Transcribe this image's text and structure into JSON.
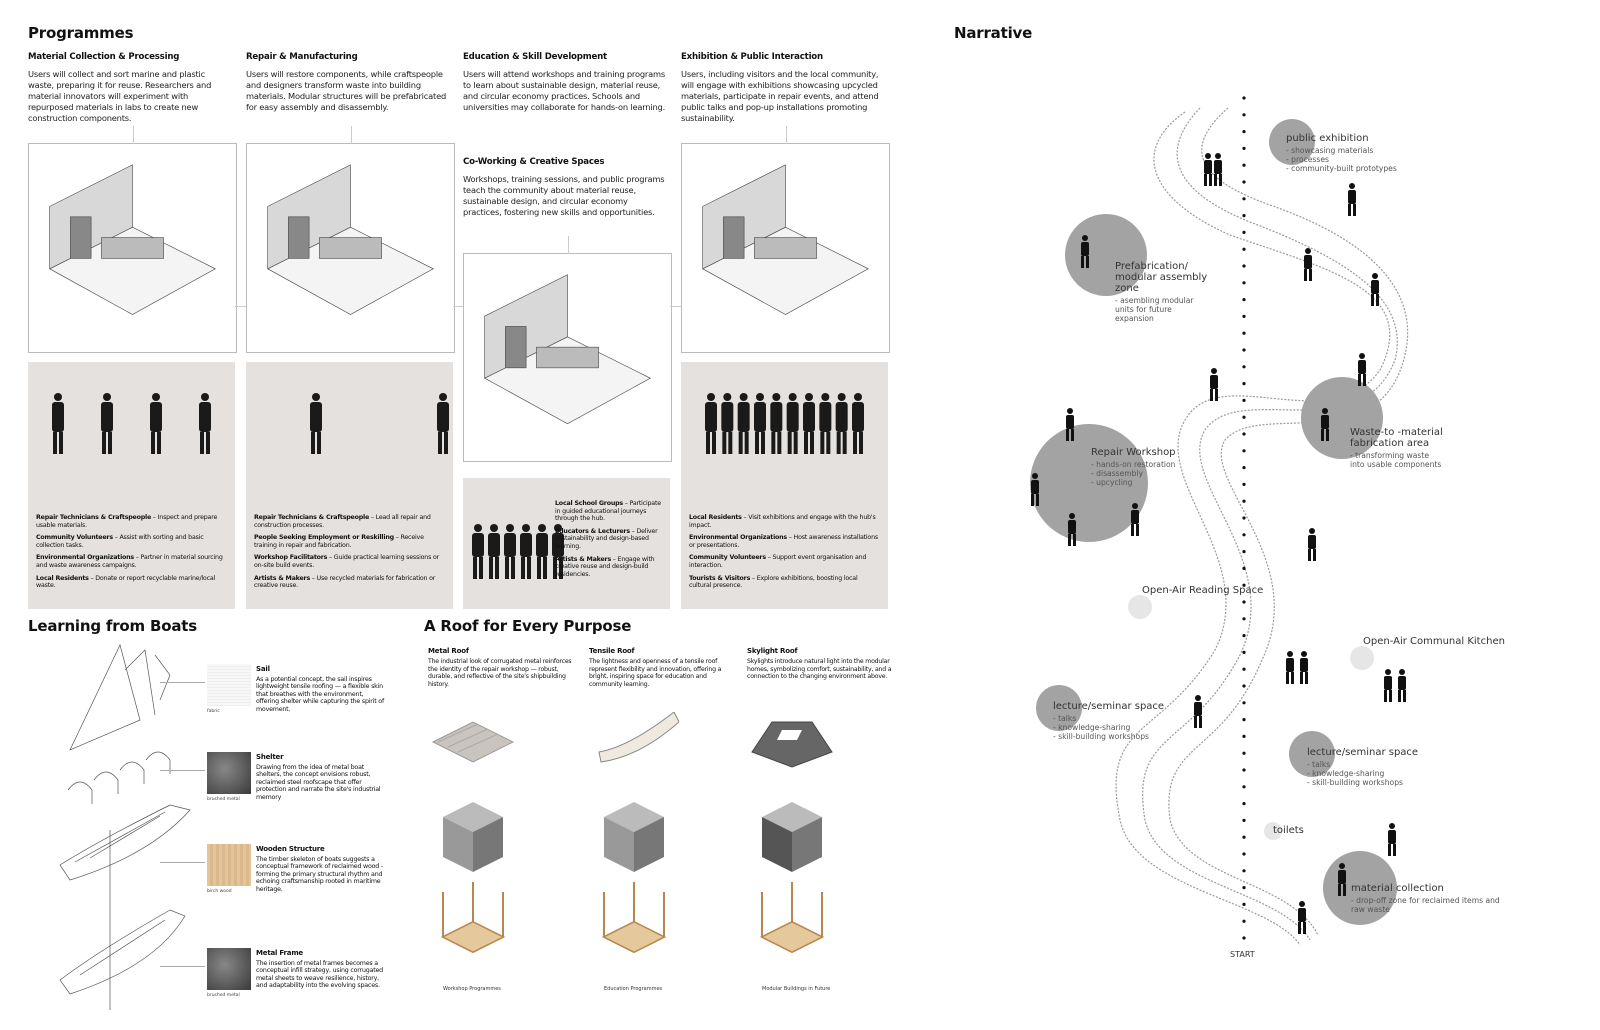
{
  "programmes": {
    "title": "Programmes",
    "columns": [
      {
        "heading": "Material Collection & Processing",
        "text": "Users will collect and sort marine and plastic waste, preparing it for reuse. Researchers and material innovators will experiment with repurposed materials in labs to create new construction components."
      },
      {
        "heading": "Repair & Manufacturing",
        "text": "Users will restore components, while craftspeople and designers transform waste into building materials. Modular structures will be prefabricated for easy assembly and disassembly."
      },
      {
        "heading": "Education & Skill Development",
        "text": "Users will attend workshops and training programs to learn about sustainable design, material reuse, and circular economy practices. Schools and universities may collaborate for hands-on learning."
      },
      {
        "heading": "Exhibition & Public Interaction",
        "text": "Users, including visitors and the local community, will engage with exhibitions showcasing upcycled materials, participate in repair events, and attend public talks and pop-up installations promoting sustainability."
      }
    ],
    "coworking": {
      "heading": "Co-Working & Creative Spaces",
      "text": "Workshops, training sessions, and public programs teach the community about material reuse, sustainable design, and circular economy practices, fostering new skills and opportunities."
    },
    "users": [
      [
        {
          "role": "Repair Technicians & Craftspeople",
          "desc": " – Inspect and prepare usable materials."
        },
        {
          "role": "Community Volunteers",
          "desc": " – Assist with sorting and basic collection tasks."
        },
        {
          "role": "Environmental Organizations",
          "desc": " – Partner in material sourcing and waste awareness campaigns."
        },
        {
          "role": "Local Residents",
          "desc": " – Donate or report recyclable marine/local waste."
        }
      ],
      [
        {
          "role": "Repair Technicians & Craftspeople",
          "desc": " – Lead all repair and construction processes."
        },
        {
          "role": "People Seeking Employment or Reskilling",
          "desc": " – Receive training in repair and fabrication."
        },
        {
          "role": "Workshop Facilitators",
          "desc": " – Guide practical learning sessions or on-site build events."
        },
        {
          "role": "Artists & Makers",
          "desc": " – Use recycled materials for fabrication or creative reuse."
        }
      ],
      [
        {
          "role": "Local School Groups",
          "desc": " – Participate in guided educational journeys through the hub."
        },
        {
          "role": "Educators & Lecturers",
          "desc": " – Deliver sustainability and design-based learning."
        },
        {
          "role": "Artists & Makers",
          "desc": " – Engage with creative reuse and design-build residencies."
        }
      ],
      [
        {
          "role": "Local Residents",
          "desc": " – Visit exhibitions and engage with the hub's impact."
        },
        {
          "role": "Environmental Organizations",
          "desc": " – Host awareness installations or presentations."
        },
        {
          "role": "Community Volunteers",
          "desc": " – Support event organisation and interaction."
        },
        {
          "role": "Tourists & Visitors",
          "desc": " – Explore exhibitions, boosting local cultural presence."
        }
      ]
    ]
  },
  "boats": {
    "title": "Learning from Boats",
    "items": [
      {
        "name": "Sail",
        "material": "fabric",
        "text": "As a potential concept, the sail inspires lightweight tensile roofing — a flexible skin that breathes with the environment, offering shelter while capturing the spirit of movement."
      },
      {
        "name": "Shelter",
        "material": "brushed metal",
        "text": "Drawing from the idea of metal boat shelters, the concept envisions robust, reclaimed steel roofscape that offer protection and narrate the site's industrial memory"
      },
      {
        "name": "Wooden Structure",
        "material": "birch wood",
        "text": "The timber skeleton of boats suggests a conceptual framework of reclaimed wood - forming the primary structural rhythm and echoing craftsmanship rooted in maritime heritage."
      },
      {
        "name": "Metal Frame",
        "material": "brushed metal",
        "text": "The insertion of metal frames becomes a conceptual infill strategy, using corrugated metal sheets to weave resilience, history, and adaptability into the evolving spaces."
      }
    ]
  },
  "roofs": {
    "title": "A Roof for Every Purpose",
    "items": [
      {
        "name": "Metal Roof",
        "text": "The industrial look of corrugated metal reinforces the identity of the repair workshop — robust, durable, and reflective of the site's shipbuilding history.",
        "caption": "Workshop Programmes"
      },
      {
        "name": "Tensile Roof",
        "text": "The lightness and openness of a tensile roof represent flexibility and innovation, offering a bright, inspiring space for education and community learning.",
        "caption": "Education Programmes"
      },
      {
        "name": "Skylight Roof",
        "text": "Skylights introduce natural light into the modular homes, symbolizing comfort, sustainability, and a connection to the changing environment above.",
        "caption": "Modular Buildings in Future"
      }
    ]
  },
  "narrative": {
    "title": "Narrative",
    "start_label": "START",
    "zones": [
      {
        "name": "public exhibition",
        "bullets": [
          "showcasing materials",
          "processes",
          "community-built prototypes"
        ]
      },
      {
        "name": "Prefabrication/ modular assembly zone",
        "bullets": [
          "asembling modular units for future expansion"
        ]
      },
      {
        "name": "Repair Workshop",
        "bullets": [
          "hands-on restoration",
          "disassembly",
          "upcycling"
        ]
      },
      {
        "name": "Waste-to -material fabrication area",
        "bullets": [
          "transforming waste into usable components"
        ]
      },
      {
        "name": "Open-Air Reading Space",
        "bullets": []
      },
      {
        "name": "Open-Air Communal Kitchen",
        "bullets": []
      },
      {
        "name": "lecture/seminar space",
        "bullets": [
          "talks",
          "knowledge-sharing",
          "skill-building workshops"
        ]
      },
      {
        "name": "lecture/seminar space",
        "bullets": [
          "talks",
          "knowledge-sharing",
          "skill-building workshops"
        ]
      },
      {
        "name": "toilets",
        "bullets": []
      },
      {
        "name": "material collection",
        "bullets": [
          "drop-off zone for reclaimed items and raw waste"
        ]
      }
    ]
  },
  "colors": {
    "panel": "#e4e1de",
    "zone_major": "#a3a3a3",
    "zone_minor": "#e6e6e6"
  }
}
